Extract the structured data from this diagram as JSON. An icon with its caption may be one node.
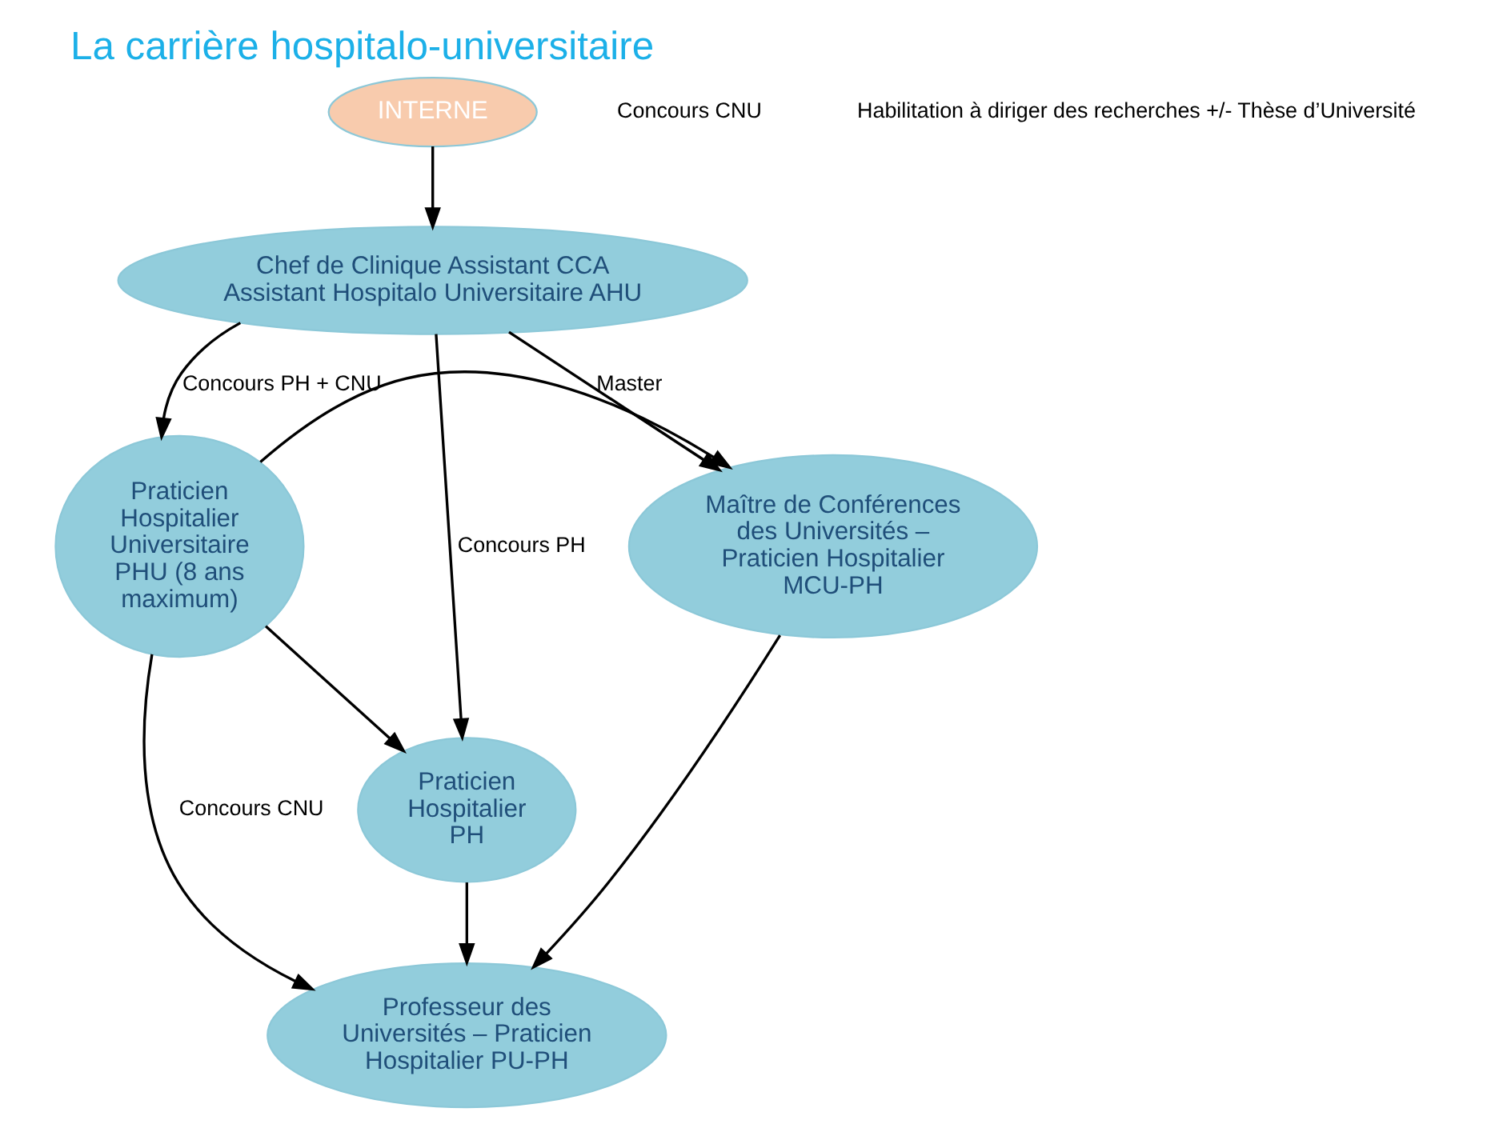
{
  "diagram": {
    "title": "La carrière hospitalo-universitaire",
    "nodes": [
      {
        "text": [
          "INTERNE"
        ]
      },
      {
        "text": [
          "Chef de Clinique Assistant CCA",
          "Assistant Hospitalo Universitaire AHU"
        ]
      },
      {
        "text": [
          "Praticien Hospitalier Universitaire PHU (8 ans maximum)"
        ]
      },
      {
        "text": [
          "Maître de Conférences des Universités – Praticien Hospitalier MCU-PH"
        ]
      },
      {
        "text": [
          "Praticien Hospitalier PH"
        ]
      },
      {
        "text": [
          "Professeur des Universités – Praticien Hospitalier PU-PH"
        ]
      }
    ],
    "edges": [
      {
        "from": 0,
        "to": 1,
        "arrow": "to"
      },
      {
        "from": 1,
        "to": 4,
        "arrow": "to",
        "label": "Concours PH"
      },
      {
        "from": 1,
        "to": 2,
        "arrow": "to",
        "label": "Concours PH + CNU"
      },
      {
        "from": 1,
        "to": 3,
        "arrow": "to",
        "label": "Master"
      },
      {
        "from": 2,
        "to": 3,
        "arrow": "to"
      },
      {
        "from": 2,
        "to": 4,
        "arrow": "to"
      },
      {
        "from": 2,
        "to": 5,
        "arrow": "to",
        "label": "Concours CNU"
      },
      {
        "from": 3,
        "to": 5,
        "arrow": "to"
      },
      {
        "from": 4,
        "to": 5,
        "arrow": "to"
      }
    ],
    "labels": [
      "Concours CNU",
      "Habilitation à diriger des recherches +/- Thèse d’Université"
    ]
  }
}
